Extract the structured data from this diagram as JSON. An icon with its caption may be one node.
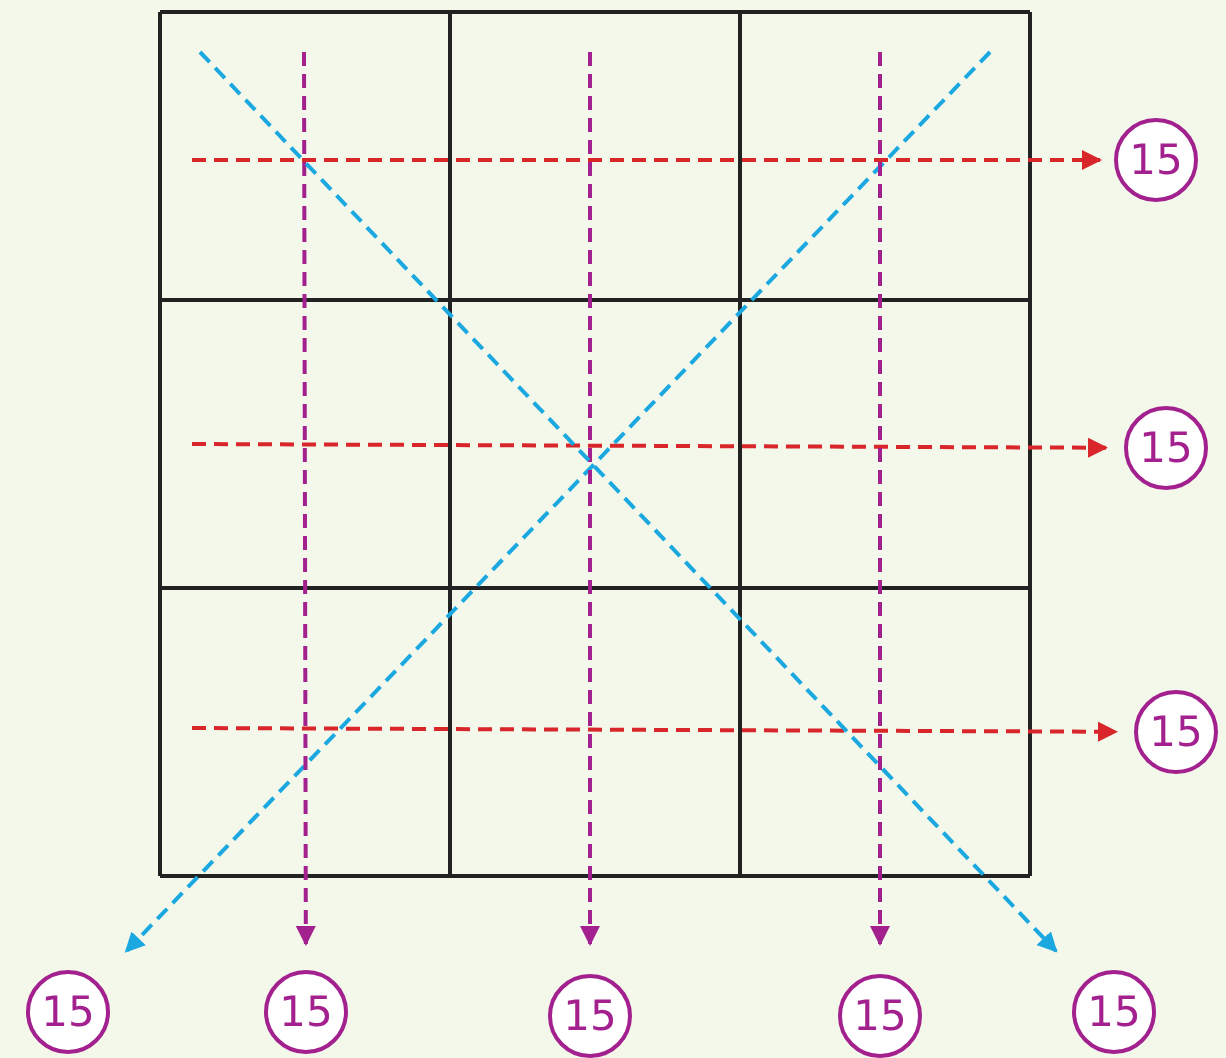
{
  "diagram": {
    "nodes": [
      {
        "text": [
          "15"
        ]
      },
      {
        "text": [
          "15"
        ]
      },
      {
        "text": [
          "15"
        ]
      },
      {
        "text": [
          "15"
        ]
      },
      {
        "text": [
          "15"
        ]
      },
      {
        "text": [
          "15"
        ]
      },
      {
        "text": [
          "15"
        ]
      },
      {
        "text": [
          "15"
        ]
      }
    ],
    "edges": [
      {
        "from": null,
        "to": 0,
        "arrow": "to",
        "style": "dashed",
        "color": "#d8262b"
      },
      {
        "from": null,
        "to": 1,
        "arrow": "to",
        "style": "dashed",
        "color": "#d8262b"
      },
      {
        "from": null,
        "to": 2,
        "arrow": "to",
        "style": "dashed",
        "color": "#d8262b"
      },
      {
        "from": null,
        "to": 3,
        "arrow": "to",
        "style": "dashed",
        "color": "#1ba8e0"
      },
      {
        "from": null,
        "to": 4,
        "arrow": "to",
        "style": "dashed",
        "color": "#a3218e"
      },
      {
        "from": null,
        "to": 5,
        "arrow": "to",
        "style": "dashed",
        "color": "#a3218e"
      },
      {
        "from": null,
        "to": 6,
        "arrow": "to",
        "style": "dashed",
        "color": "#a3218e"
      },
      {
        "from": null,
        "to": 7,
        "arrow": "to",
        "style": "dashed",
        "color": "#1ba8e0"
      }
    ]
  }
}
